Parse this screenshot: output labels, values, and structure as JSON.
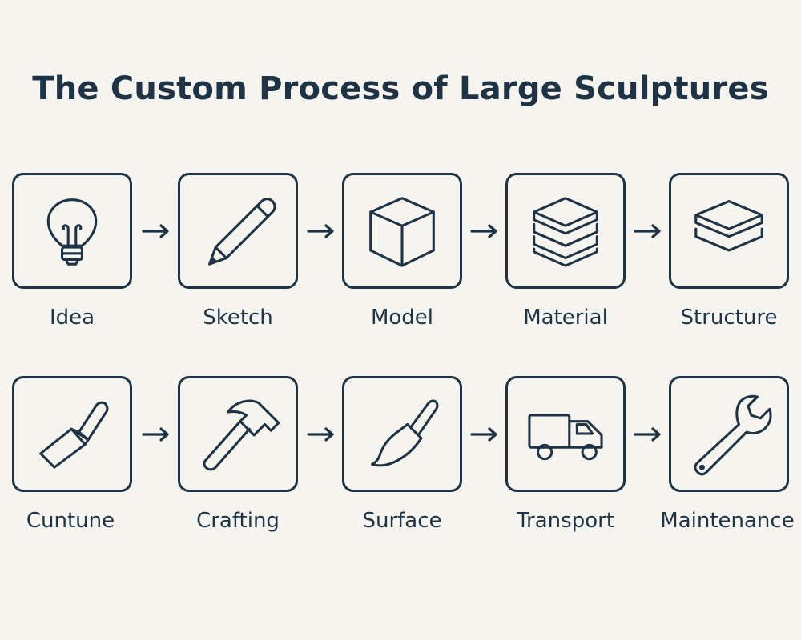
{
  "title": "The Custom Process of Large Sculptures",
  "colors": {
    "ink": "#1e3446",
    "background": "#f6f4ef"
  },
  "steps": [
    {
      "label": "Idea",
      "icon": "lightbulb-icon"
    },
    {
      "label": "Sketch",
      "icon": "pencil-icon"
    },
    {
      "label": "Model",
      "icon": "cube-icon"
    },
    {
      "label": "Material",
      "icon": "stacked-layers-icon"
    },
    {
      "label": "Structure",
      "icon": "layers-icon"
    },
    {
      "label": "Cuntune",
      "icon": "putty-knife-icon"
    },
    {
      "label": "Crafting",
      "icon": "hammer-icon"
    },
    {
      "label": "Surface",
      "icon": "paintbrush-icon"
    },
    {
      "label": "Transport",
      "icon": "truck-icon"
    },
    {
      "label": "Maintenance",
      "icon": "wrench-icon"
    }
  ]
}
